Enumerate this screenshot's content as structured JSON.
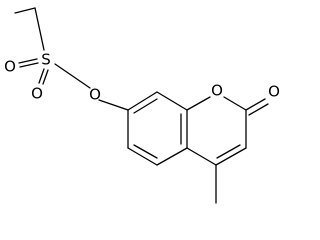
{
  "molecule": {
    "atom_labels": {
      "sulfur": "S",
      "sulfonyl_oxygen_upper": "O",
      "sulfonyl_oxygen_lower": "O",
      "ester_oxygen": "O",
      "ring_oxygen": "O",
      "carbonyl_oxygen": "O"
    }
  },
  "colors": {
    "bond": "#000000",
    "label": "#000000",
    "background": "#ffffff"
  }
}
